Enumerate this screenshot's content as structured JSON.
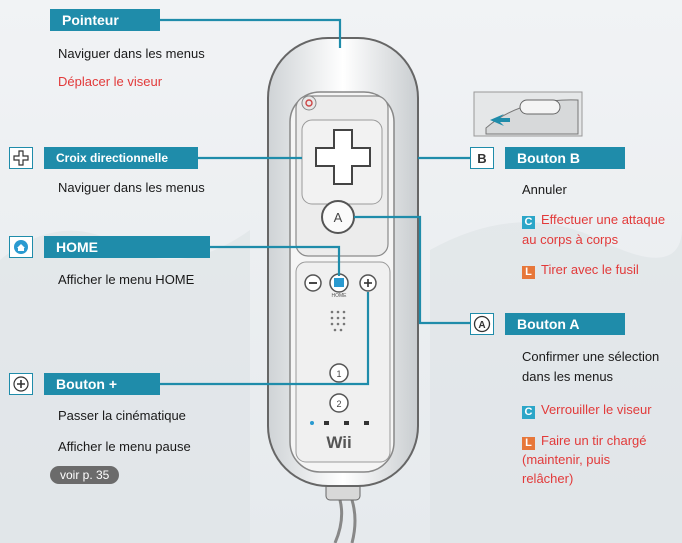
{
  "colors": {
    "header": "#1f8caa",
    "red_text": "#e23a3a",
    "c_badge": "#2ba6c8",
    "l_badge": "#e7773a"
  },
  "pointeur": {
    "title": "Pointeur",
    "desc1": "Naviguer dans les menus",
    "desc2": "Déplacer le viseur"
  },
  "croix": {
    "icon": "dpad-icon",
    "title": "Croix directionnelle",
    "desc": "Naviguer dans les menus"
  },
  "home": {
    "icon": "home-icon",
    "title": "HOME",
    "desc": "Afficher le menu HOME"
  },
  "plus": {
    "icon": "plus-icon",
    "title": "Bouton +",
    "desc1": "Passer la cinématique",
    "desc2": "Afficher le menu pause",
    "page_ref": "voir p. 35"
  },
  "bouton_b": {
    "icon_letter": "B",
    "title": "Bouton B",
    "desc": "Annuler",
    "c_badge": "C",
    "c_line1": "Effectuer une attaque",
    "c_line2": "au corps à corps",
    "l_badge": "L",
    "l_text": "Tirer avec le fusil"
  },
  "bouton_a": {
    "icon_letter": "A",
    "title": "Bouton A",
    "desc1": "Confirmer une sélection",
    "desc2": "dans les menus",
    "c_badge": "C",
    "c_text": "Verrouiller le viseur",
    "l_badge": "L",
    "l_line1": "Faire un tir chargé",
    "l_line2": "(maintenir, puis",
    "l_line3": "relâcher)"
  },
  "remote": {
    "a_label": "A",
    "b1_label": "1",
    "b2_label": "2",
    "logo": "Wii",
    "home_caption": "HOME"
  }
}
